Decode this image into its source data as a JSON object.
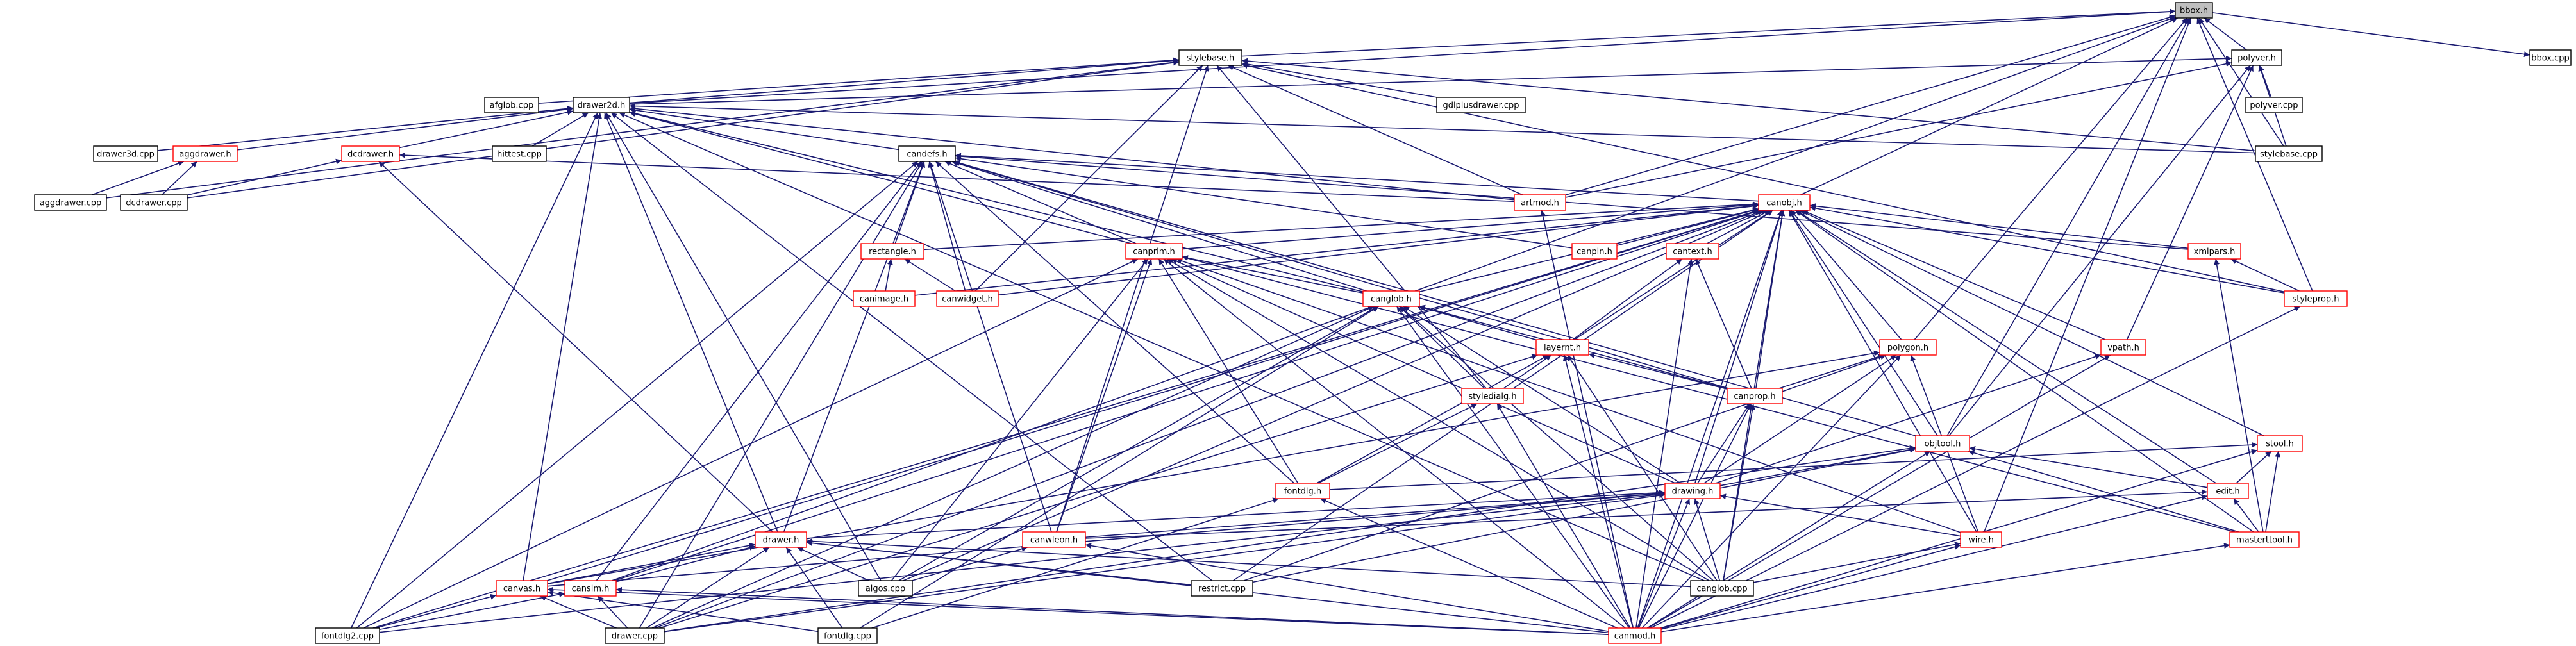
{
  "colors": {
    "edge": "#191970",
    "red_border": "#ff0000",
    "black_border": "#000000",
    "root_fill": "#bfbfbf"
  },
  "nodes": [
    {
      "id": "bbox_h",
      "label": "bbox.h",
      "red": false,
      "root": true
    },
    {
      "id": "bbox_cpp",
      "label": "bbox.cpp",
      "red": false
    },
    {
      "id": "stylebase_h",
      "label": "stylebase.h",
      "red": false
    },
    {
      "id": "polyver_h",
      "label": "polyver.h",
      "red": false
    },
    {
      "id": "polyver_cpp",
      "label": "polyver.cpp",
      "red": false
    },
    {
      "id": "stylebase_cpp",
      "label": "stylebase.cpp",
      "red": false
    },
    {
      "id": "afglob_cpp",
      "label": "afglob.cpp",
      "red": false
    },
    {
      "id": "drawer2d_h",
      "label": "drawer2d.h",
      "red": false
    },
    {
      "id": "gdiplusdrawer_cpp",
      "label": "gdiplusdrawer.cpp",
      "red": false
    },
    {
      "id": "drawer3d_cpp",
      "label": "drawer3d.cpp",
      "red": false
    },
    {
      "id": "aggdrawer_h",
      "label": "aggdrawer.h",
      "red": true
    },
    {
      "id": "hittest_cpp",
      "label": "hittest.cpp",
      "red": false
    },
    {
      "id": "aggdrawer_cpp",
      "label": "aggdrawer.cpp",
      "red": false
    },
    {
      "id": "dcdrawer_h",
      "label": "dcdrawer.h",
      "red": true
    },
    {
      "id": "dcdrawer_cpp",
      "label": "dcdrawer.cpp",
      "red": false
    },
    {
      "id": "candefs_h",
      "label": "candefs.h",
      "red": false
    },
    {
      "id": "artmod_h",
      "label": "artmod.h",
      "red": true
    },
    {
      "id": "canobj_h",
      "label": "canobj.h",
      "red": true
    },
    {
      "id": "canpin_h",
      "label": "canpin.h",
      "red": true
    },
    {
      "id": "rectangle_h",
      "label": "rectangle.h",
      "red": true
    },
    {
      "id": "canprim_h",
      "label": "canprim.h",
      "red": true
    },
    {
      "id": "cantext_h",
      "label": "cantext.h",
      "red": true
    },
    {
      "id": "xmlpars_h",
      "label": "xmlpars.h",
      "red": true
    },
    {
      "id": "styleprop_h",
      "label": "styleprop.h",
      "red": true
    },
    {
      "id": "canimage_h",
      "label": "canimage.h",
      "red": true
    },
    {
      "id": "canwidget_h",
      "label": "canwidget.h",
      "red": true
    },
    {
      "id": "canglob_h",
      "label": "canglob.h",
      "red": true
    },
    {
      "id": "vpath_h",
      "label": "vpath.h",
      "red": true
    },
    {
      "id": "layernt_h",
      "label": "layernt.h",
      "red": true
    },
    {
      "id": "polygon_h",
      "label": "polygon.h",
      "red": true
    },
    {
      "id": "styledialg_h",
      "label": "styledialg.h",
      "red": true
    },
    {
      "id": "canprop_h",
      "label": "canprop.h",
      "red": true
    },
    {
      "id": "objtool_h",
      "label": "objtool.h",
      "red": true
    },
    {
      "id": "stool_h",
      "label": "stool.h",
      "red": true
    },
    {
      "id": "fontdlg_h",
      "label": "fontdlg.h",
      "red": true
    },
    {
      "id": "drawing_h",
      "label": "drawing.h",
      "red": true
    },
    {
      "id": "edit_h",
      "label": "edit.h",
      "red": true
    },
    {
      "id": "drawer_h",
      "label": "drawer.h",
      "red": true
    },
    {
      "id": "canwleon_h",
      "label": "canwleon.h",
      "red": true
    },
    {
      "id": "wire_h",
      "label": "wire.h",
      "red": true
    },
    {
      "id": "masterttool_h",
      "label": "masterttool.h",
      "red": true
    },
    {
      "id": "canvas_h",
      "label": "canvas.h",
      "red": true
    },
    {
      "id": "cansim_h",
      "label": "cansim.h",
      "red": true
    },
    {
      "id": "algos_cpp",
      "label": "algos.cpp",
      "red": false
    },
    {
      "id": "restrict_cpp",
      "label": "restrict.cpp",
      "red": false
    },
    {
      "id": "canglob_cpp",
      "label": "canglob.cpp",
      "red": false
    },
    {
      "id": "fontdlg2_cpp",
      "label": "fontdlg2.cpp",
      "red": false
    },
    {
      "id": "drawer_cpp",
      "label": "drawer.cpp",
      "red": false
    },
    {
      "id": "fontdlg_cpp",
      "label": "fontdlg.cpp",
      "red": false
    },
    {
      "id": "canmod_h",
      "label": "canmod.h",
      "red": true
    }
  ],
  "edges": [
    [
      "bbox_h",
      "bbox_cpp"
    ],
    [
      "stylebase_h",
      "bbox_h"
    ],
    [
      "polyver_h",
      "bbox_h"
    ],
    [
      "canobj_h",
      "bbox_h"
    ],
    [
      "artmod_h",
      "bbox_h"
    ],
    [
      "styleprop_h",
      "bbox_h"
    ],
    [
      "polygon_h",
      "bbox_h"
    ],
    [
      "stylebase_cpp",
      "bbox_h"
    ],
    [
      "objtool_h",
      "bbox_h"
    ],
    [
      "wire_h",
      "bbox_h"
    ],
    [
      "cansim_h",
      "bbox_h"
    ],
    [
      "drawer2d_h",
      "bbox_h"
    ],
    [
      "drawer2d_h",
      "stylebase_h"
    ],
    [
      "afglob_cpp",
      "stylebase_h"
    ],
    [
      "gdiplusdrawer_cpp",
      "stylebase_h"
    ],
    [
      "stylebase_cpp",
      "stylebase_h"
    ],
    [
      "artmod_h",
      "stylebase_h"
    ],
    [
      "styleprop_h",
      "stylebase_h"
    ],
    [
      "styledialg_h",
      "stylebase_h"
    ],
    [
      "canwidget_h",
      "stylebase_h"
    ],
    [
      "canwleon_h",
      "stylebase_h"
    ],
    [
      "aggdrawer_cpp",
      "stylebase_h"
    ],
    [
      "dcdrawer_cpp",
      "stylebase_h"
    ],
    [
      "polyver_cpp",
      "polyver_h"
    ],
    [
      "stylebase_cpp",
      "polyver_h"
    ],
    [
      "artmod_h",
      "polyver_h"
    ],
    [
      "vpath_h",
      "polyver_h"
    ],
    [
      "objtool_h",
      "polyver_h"
    ],
    [
      "drawer2d_h",
      "polyver_h"
    ],
    [
      "drawer3d_cpp",
      "drawer2d_h"
    ],
    [
      "aggdrawer_h",
      "drawer2d_h"
    ],
    [
      "hittest_cpp",
      "drawer2d_h"
    ],
    [
      "dcdrawer_h",
      "drawer2d_h"
    ],
    [
      "candefs_h",
      "drawer2d_h"
    ],
    [
      "artmod_h",
      "drawer2d_h"
    ],
    [
      "drawer_h",
      "drawer2d_h"
    ],
    [
      "canvas_h",
      "drawer2d_h"
    ],
    [
      "fontdlg2_cpp",
      "drawer2d_h"
    ],
    [
      "canglob_h",
      "drawer2d_h"
    ],
    [
      "stylebase_cpp",
      "drawer2d_h"
    ],
    [
      "canglob_cpp",
      "drawer2d_h"
    ],
    [
      "masterttool_h",
      "drawer2d_h"
    ],
    [
      "restrict_cpp",
      "drawer2d_h"
    ],
    [
      "algos_cpp",
      "drawer2d_h"
    ],
    [
      "aggdrawer_cpp",
      "aggdrawer_h"
    ],
    [
      "dcdrawer_cpp",
      "aggdrawer_h"
    ],
    [
      "dcdrawer_cpp",
      "dcdrawer_h"
    ],
    [
      "drawer_h",
      "dcdrawer_h"
    ],
    [
      "artmod_h",
      "dcdrawer_h"
    ],
    [
      "canobj_h",
      "candefs_h"
    ],
    [
      "rectangle_h",
      "candefs_h"
    ],
    [
      "canprim_h",
      "candefs_h"
    ],
    [
      "canpin_h",
      "candefs_h"
    ],
    [
      "canglob_h",
      "candefs_h"
    ],
    [
      "canwidget_h",
      "candefs_h"
    ],
    [
      "xmlpars_h",
      "candefs_h"
    ],
    [
      "canprop_h",
      "candefs_h"
    ],
    [
      "canwleon_h",
      "candefs_h"
    ],
    [
      "drawer_h",
      "candefs_h"
    ],
    [
      "cansim_h",
      "candefs_h"
    ],
    [
      "fontdlg2_cpp",
      "candefs_h"
    ],
    [
      "drawer_cpp",
      "candefs_h"
    ],
    [
      "objtool_h",
      "candefs_h"
    ],
    [
      "fontdlg_h",
      "candefs_h"
    ],
    [
      "canmod_h",
      "artmod_h"
    ],
    [
      "canpin_h",
      "canobj_h"
    ],
    [
      "rectangle_h",
      "canobj_h"
    ],
    [
      "canprim_h",
      "canobj_h"
    ],
    [
      "cantext_h",
      "canobj_h"
    ],
    [
      "xmlpars_h",
      "canobj_h"
    ],
    [
      "styleprop_h",
      "canobj_h"
    ],
    [
      "canglob_h",
      "canobj_h"
    ],
    [
      "vpath_h",
      "canobj_h"
    ],
    [
      "polygon_h",
      "canobj_h"
    ],
    [
      "layernt_h",
      "canobj_h"
    ],
    [
      "canprop_h",
      "canobj_h"
    ],
    [
      "objtool_h",
      "canobj_h"
    ],
    [
      "stool_h",
      "canobj_h"
    ],
    [
      "drawing_h",
      "canobj_h"
    ],
    [
      "edit_h",
      "canobj_h"
    ],
    [
      "wire_h",
      "canobj_h"
    ],
    [
      "masterttool_h",
      "canobj_h"
    ],
    [
      "canimage_h",
      "canobj_h"
    ],
    [
      "canwidget_h",
      "canobj_h"
    ],
    [
      "canvas_h",
      "canobj_h"
    ],
    [
      "cansim_h",
      "canobj_h"
    ],
    [
      "algos_cpp",
      "canobj_h"
    ],
    [
      "restrict_cpp",
      "canobj_h"
    ],
    [
      "canglob_cpp",
      "canobj_h"
    ],
    [
      "fontdlg2_cpp",
      "canobj_h"
    ],
    [
      "drawer_cpp",
      "canobj_h"
    ],
    [
      "canmod_h",
      "canobj_h"
    ],
    [
      "canimage_h",
      "rectangle_h"
    ],
    [
      "canwidget_h",
      "rectangle_h"
    ],
    [
      "canglob_h",
      "canprim_h"
    ],
    [
      "canwleon_h",
      "canprim_h"
    ],
    [
      "drawing_h",
      "canprim_h"
    ],
    [
      "fontdlg_h",
      "canprim_h"
    ],
    [
      "canmod_h",
      "canprim_h"
    ],
    [
      "algos_cpp",
      "canprim_h"
    ],
    [
      "canglob_cpp",
      "canprim_h"
    ],
    [
      "fontdlg2_cpp",
      "canprim_h"
    ],
    [
      "wire_h",
      "canprim_h"
    ],
    [
      "canprop_h",
      "cantext_h"
    ],
    [
      "layernt_h",
      "cantext_h"
    ],
    [
      "canmod_h",
      "cantext_h"
    ],
    [
      "styleprop_h",
      "xmlpars_h"
    ],
    [
      "masterttool_h",
      "xmlpars_h"
    ],
    [
      "canmod_h",
      "styleprop_h"
    ],
    [
      "layernt_h",
      "canglob_h"
    ],
    [
      "styledialg_h",
      "canglob_h"
    ],
    [
      "canprop_h",
      "canglob_h"
    ],
    [
      "drawing_h",
      "canglob_h"
    ],
    [
      "canmod_h",
      "canglob_h"
    ],
    [
      "canglob_cpp",
      "canglob_h"
    ],
    [
      "algos_cpp",
      "canglob_h"
    ],
    [
      "drawer_cpp",
      "canglob_h"
    ],
    [
      "fontdlg_cpp",
      "canglob_h"
    ],
    [
      "canmod_h",
      "vpath_h"
    ],
    [
      "drawing_h",
      "vpath_h"
    ],
    [
      "canprop_h",
      "layernt_h"
    ],
    [
      "styledialg_h",
      "layernt_h"
    ],
    [
      "fontdlg_h",
      "layernt_h"
    ],
    [
      "canmod_h",
      "layernt_h"
    ],
    [
      "canglob_cpp",
      "layernt_h"
    ],
    [
      "drawer_cpp",
      "layernt_h"
    ],
    [
      "canprop_h",
      "polygon_h"
    ],
    [
      "drawing_h",
      "polygon_h"
    ],
    [
      "wire_h",
      "polygon_h"
    ],
    [
      "canmod_h",
      "polygon_h"
    ],
    [
      "canvas_h",
      "polygon_h"
    ],
    [
      "restrict_cpp",
      "polygon_h"
    ],
    [
      "fontdlg_h",
      "styledialg_h"
    ],
    [
      "canmod_h",
      "styledialg_h"
    ],
    [
      "drawing_h",
      "canprop_h"
    ],
    [
      "canmod_h",
      "canprop_h"
    ],
    [
      "canglob_cpp",
      "canprop_h"
    ],
    [
      "edit_h",
      "objtool_h"
    ],
    [
      "masterttool_h",
      "objtool_h"
    ],
    [
      "drawing_h",
      "objtool_h"
    ],
    [
      "canmod_h",
      "objtool_h"
    ],
    [
      "drawer_cpp",
      "objtool_h"
    ],
    [
      "restrict_cpp",
      "objtool_h"
    ],
    [
      "edit_h",
      "stool_h"
    ],
    [
      "masterttool_h",
      "stool_h"
    ],
    [
      "fontdlg_h",
      "stool_h"
    ],
    [
      "canmod_h",
      "stool_h"
    ],
    [
      "canmod_h",
      "fontdlg_h"
    ],
    [
      "fontdlg_cpp",
      "fontdlg_h"
    ],
    [
      "drawer_h",
      "drawing_h"
    ],
    [
      "canwleon_h",
      "drawing_h"
    ],
    [
      "wire_h",
      "drawing_h"
    ],
    [
      "canmod_h",
      "drawing_h"
    ],
    [
      "canglob_cpp",
      "drawing_h"
    ],
    [
      "fontdlg2_cpp",
      "drawing_h"
    ],
    [
      "drawer_cpp",
      "drawing_h"
    ],
    [
      "canvas_h",
      "drawing_h"
    ],
    [
      "masterttool_h",
      "edit_h"
    ],
    [
      "canmod_h",
      "edit_h"
    ],
    [
      "canwleon_h",
      "edit_h"
    ],
    [
      "canvas_h",
      "drawer_h"
    ],
    [
      "cansim_h",
      "drawer_h"
    ],
    [
      "algos_cpp",
      "drawer_h"
    ],
    [
      "restrict_cpp",
      "drawer_h"
    ],
    [
      "canglob_cpp",
      "drawer_h"
    ],
    [
      "drawer_cpp",
      "drawer_h"
    ],
    [
      "fontdlg_cpp",
      "drawer_h"
    ],
    [
      "canmod_h",
      "drawer_h"
    ],
    [
      "canmod_h",
      "canwleon_h"
    ],
    [
      "algos_cpp",
      "canwleon_h"
    ],
    [
      "canmod_h",
      "wire_h"
    ],
    [
      "canglob_cpp",
      "wire_h"
    ],
    [
      "canmod_h",
      "masterttool_h"
    ],
    [
      "fontdlg2_cpp",
      "canvas_h"
    ],
    [
      "drawer_cpp",
      "canvas_h"
    ],
    [
      "fontdlg_cpp",
      "canvas_h"
    ],
    [
      "canmod_h",
      "canvas_h"
    ],
    [
      "drawer_cpp",
      "cansim_h"
    ],
    [
      "canmod_h",
      "cansim_h"
    ],
    [
      "fontdlg2_cpp",
      "cansim_h"
    ]
  ]
}
